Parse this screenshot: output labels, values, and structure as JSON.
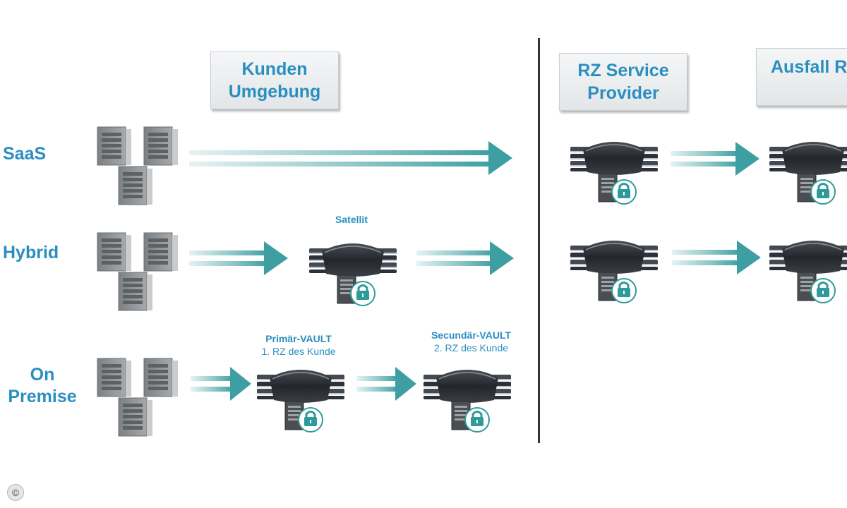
{
  "headers": {
    "kunden": "Kunden\nUmgebung",
    "rz": "RZ Service\nProvider",
    "ausfall": "Ausfall R"
  },
  "rows": {
    "saas": "SaaS",
    "hybrid": "Hybrid",
    "onpremise": "On\nPremise"
  },
  "nodes": {
    "satellit": "Satellit",
    "primaer_title": "Primär-VAULT",
    "primaer_sub": "1. RZ des Kunde",
    "secundaer_title": "Secundär-VAULT",
    "secundaer_sub": "2. RZ des Kunde"
  },
  "footer": {
    "copyright": "©"
  },
  "colors": {
    "accent": "#2a8fc0",
    "arrow": "#3e9fa2",
    "server_gray": "#8e9194",
    "lock": "#2f9a9a",
    "appliance_dark": "#2b2e33"
  },
  "icons": {
    "server": "server-tower-icon",
    "appliance": "vault-appliance-icon",
    "lock": "padlock-icon",
    "arrow": "flow-arrow-icon"
  }
}
